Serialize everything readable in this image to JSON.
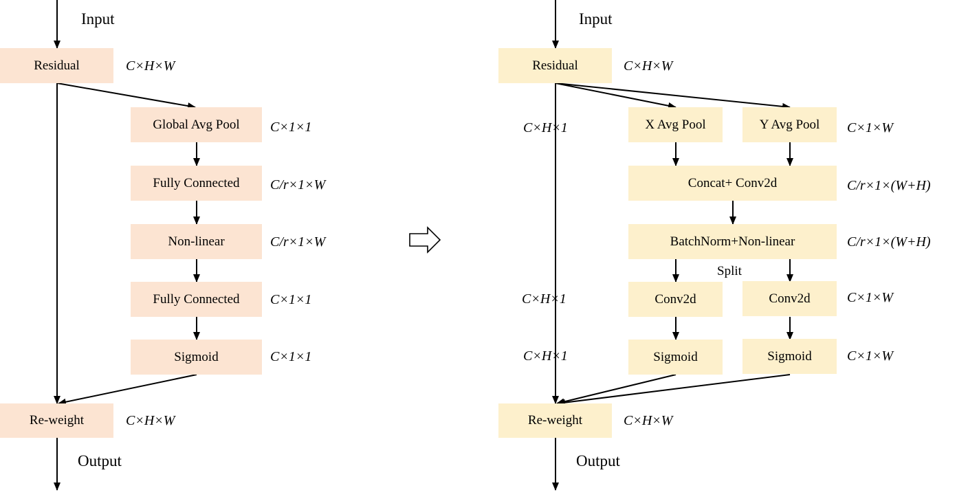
{
  "se_block": {
    "input_label": "Input",
    "output_label": "Output",
    "residual": "Residual",
    "residual_dim": "C×H×W",
    "global_avg_pool": "Global Avg Pool",
    "global_avg_pool_dim": "C×1×1",
    "fc1": "Fully Connected",
    "fc1_dim": "C/r×1×W",
    "nonlinear": "Non-linear",
    "nonlinear_dim": "C/r×1×W",
    "fc2": "Fully Connected",
    "fc2_dim": "C×1×1",
    "sigmoid": "Sigmoid",
    "sigmoid_dim": "C×1×1",
    "reweight": "Re-weight",
    "reweight_dim": "C×H×W"
  },
  "ca_block": {
    "input_label": "Input",
    "output_label": "Output",
    "residual": "Residual",
    "residual_dim": "C×H×W",
    "x_avg_pool": "X Avg Pool",
    "x_avg_pool_dim": "C×H×1",
    "y_avg_pool": "Y Avg Pool",
    "y_avg_pool_dim": "C×1×W",
    "concat_conv": "Concat+ Conv2d",
    "concat_conv_dim": "C/r×1×(W+H)",
    "bn_nonlinear": "BatchNorm+Non-linear",
    "bn_nonlinear_dim": "C/r×1×(W+H)",
    "split_label": "Split",
    "conv_left": "Conv2d",
    "conv_left_dim": "C×H×1",
    "conv_right": "Conv2d",
    "conv_right_dim": "C×1×W",
    "sigmoid_left": "Sigmoid",
    "sigmoid_left_dim": "C×H×1",
    "sigmoid_right": "Sigmoid",
    "sigmoid_right_dim": "C×1×W",
    "reweight": "Re-weight",
    "reweight_dim": "C×H×W"
  },
  "colors": {
    "se_box_fill": "#fce4d2",
    "ca_box_fill": "#fdf0cc",
    "line": "#000000"
  }
}
